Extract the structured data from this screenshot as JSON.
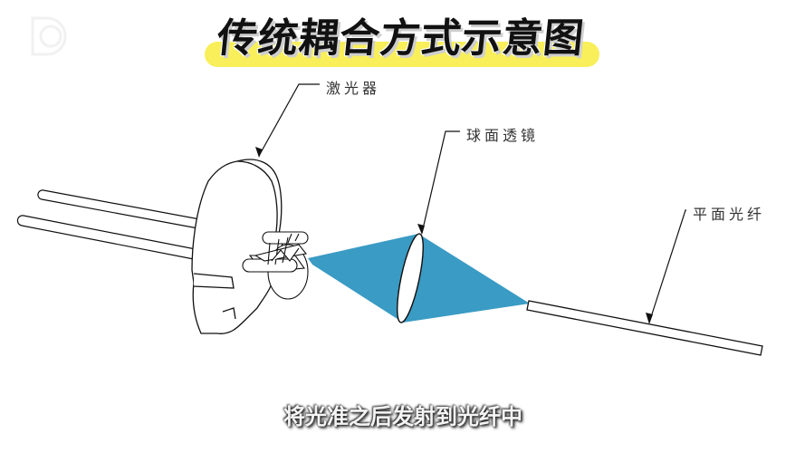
{
  "title": "传统耦合方式示意图",
  "subtitle": "将光准之后发射到光纤中",
  "labels": {
    "laser": "激光器",
    "lens": "球面透镜",
    "fiber": "平面光纤"
  },
  "logo": {
    "icon": "watermark-logo-icon"
  },
  "colors": {
    "beam": "#3a9bc4",
    "highlight": "#f8ef5a",
    "line": "#111111",
    "background": "#ffffff"
  }
}
